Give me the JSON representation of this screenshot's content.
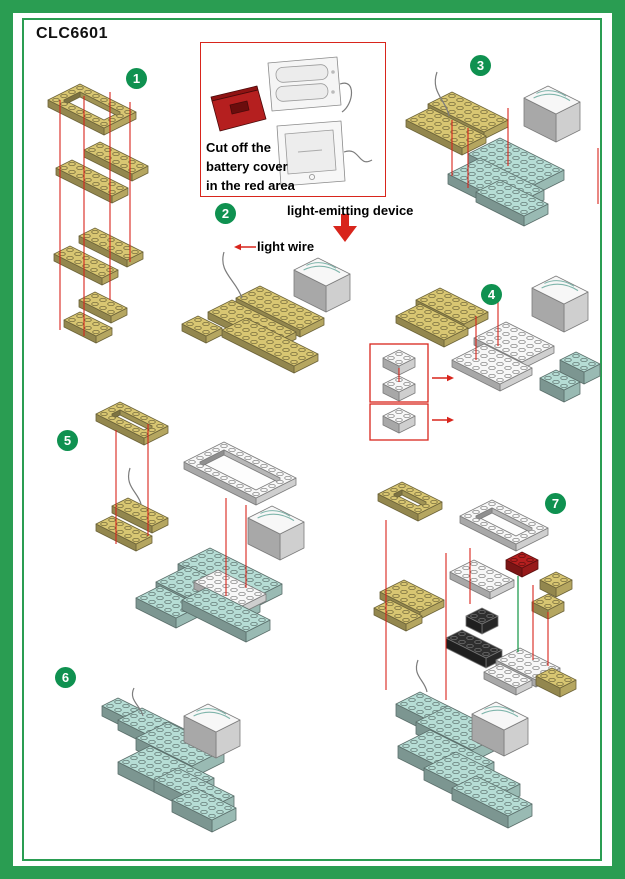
{
  "page": {
    "title": "CLC6601"
  },
  "colors": {
    "frame_green": "#2a9d52",
    "step_green": "#0f9150",
    "red": "#d8251c",
    "brick_red": "#b51f1f",
    "brick_yellow": "#d8c672",
    "brick_teal": "#b6ddd5",
    "brick_white": "#f7f7f7",
    "brick_black": "#2e2e2e",
    "wire_gray": "#7c7c7c",
    "green_line": "#1f9b4f"
  },
  "note_box": {
    "lines": [
      "Cut off the",
      "battery cover",
      "in the red area"
    ]
  },
  "labels": {
    "light_emitting_device": "light-emitting device",
    "light_wire": "light wire"
  },
  "steps": [
    {
      "number": "1"
    },
    {
      "number": "2"
    },
    {
      "number": "3"
    },
    {
      "number": "4"
    },
    {
      "number": "5"
    },
    {
      "number": "6"
    },
    {
      "number": "7"
    }
  ]
}
